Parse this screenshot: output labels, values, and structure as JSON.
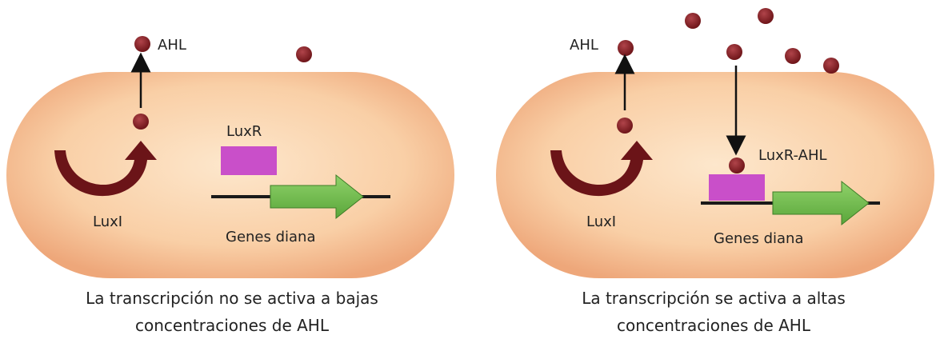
{
  "left_panel": {
    "ahl_label": "AHL",
    "luxr_label": "LuxR",
    "luxi_label": "LuxI",
    "genes_label": "Genes diana",
    "caption_line1": "La transcripción no se activa a bajas",
    "caption_line2": "concentraciones de AHL"
  },
  "right_panel": {
    "ahl_label": "AHL",
    "complex_label": "LuxR-AHL",
    "luxi_label": "LuxI",
    "genes_label": "Genes diana",
    "caption_line1": "La transcripción se activa a altas",
    "caption_line2": "concentraciones de AHL"
  },
  "colors": {
    "cell_center": "#fde3c4",
    "cell_edge": "#f0a878",
    "molecule": "#7a1a1f",
    "luxr": "#c94fc9",
    "gene_arrow": "#6dbb4a",
    "luxi_arrow": "#6b1418"
  }
}
